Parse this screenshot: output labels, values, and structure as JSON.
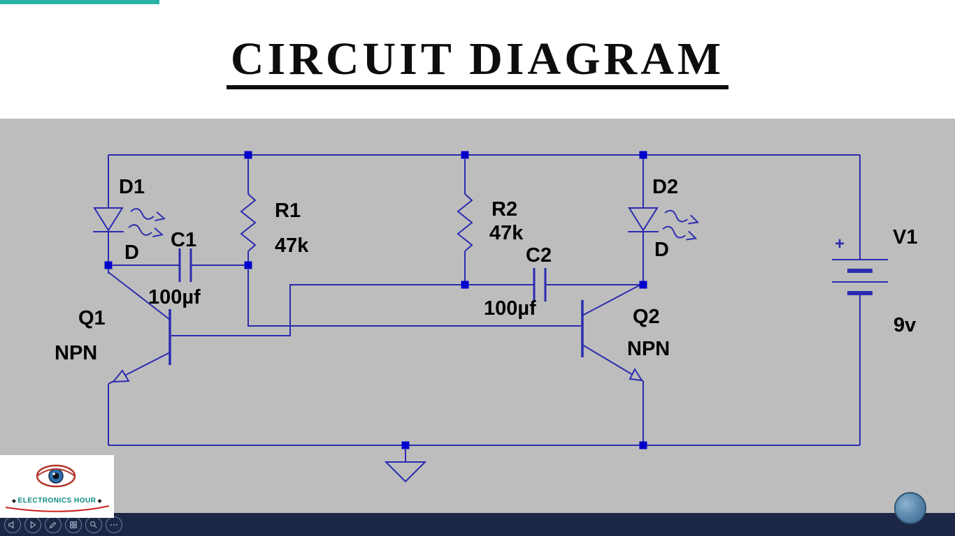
{
  "title": "CIRCUIT DIAGRAM",
  "colors": {
    "wire": "#2b2bb0",
    "junction": "#0000cd",
    "canvas_bg": "#bdbdbd",
    "bar_bg": "#1b2745",
    "accent_teal": "#2ab3a6",
    "label": "#000000"
  },
  "circuit": {
    "d1": {
      "label": "D1",
      "terminal": "D"
    },
    "c1": {
      "label": "C1",
      "value": "100µf"
    },
    "r1": {
      "label": "R1",
      "value": "47k"
    },
    "r2": {
      "label": "R2",
      "value": "47k"
    },
    "c2": {
      "label": "C2",
      "value": "100µf"
    },
    "d2": {
      "label": "D2",
      "terminal": "D"
    },
    "q1": {
      "label": "Q1",
      "type": "NPN"
    },
    "q2": {
      "label": "Q2",
      "type": "NPN"
    },
    "v1": {
      "label": "V1",
      "polarity": "+",
      "value": "9v"
    }
  },
  "logo": {
    "text": "ELECTRONICS HOUR",
    "star": "◆"
  },
  "player": {
    "icons": [
      {
        "name": "volume-icon"
      },
      {
        "name": "play-icon"
      },
      {
        "name": "annotate-icon"
      },
      {
        "name": "grid-icon"
      },
      {
        "name": "zoom-icon"
      },
      {
        "name": "more-icon"
      }
    ]
  }
}
